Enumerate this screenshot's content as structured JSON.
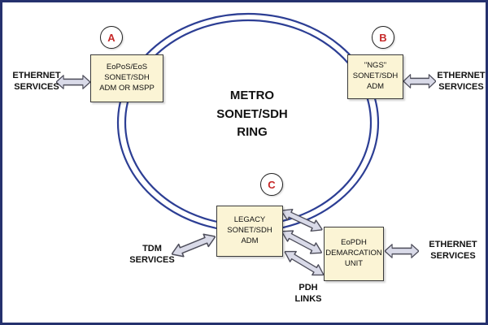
{
  "diagram": {
    "title": "METRO\nSONET/SDH\nRING",
    "nodes": {
      "a": {
        "badge": "A",
        "label": "EoPoS/EoS\nSONET/SDH\nADM OR MSPP"
      },
      "b": {
        "badge": "B",
        "label": "\"NGS\"\nSONET/SDH\nADM"
      },
      "c": {
        "badge": "C",
        "label": "LEGACY\nSONET/SDH\nADM"
      },
      "eopdh": {
        "label": "EoPDH\nDEMARCATION\nUNIT"
      }
    },
    "labels": {
      "ethernet_left": "ETHERNET\nSERVICES",
      "ethernet_right": "ETHERNET\nSERVICES",
      "ethernet_bottom_right": "ETHERNET\nSERVICES",
      "tdm": "TDM\nSERVICES",
      "pdh_links": "PDH\nLINKS"
    },
    "colors": {
      "frame_border": "#25316e",
      "ring_stroke": "#2c3e94",
      "box_fill": "#fbf4d5",
      "badge_letter": "#c62828",
      "arrow_fill": "#d9dae8",
      "arrow_stroke": "#4d4d5a"
    }
  }
}
